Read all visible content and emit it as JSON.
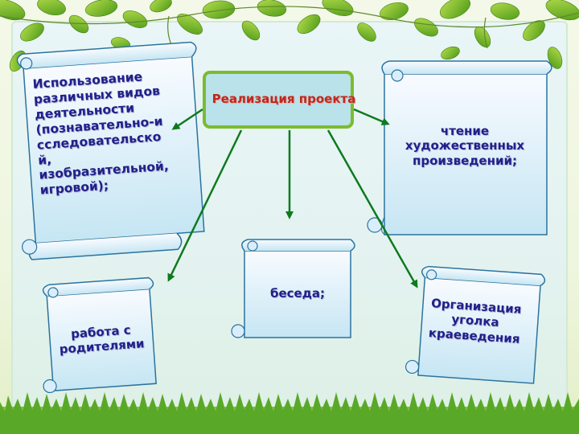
{
  "center": {
    "label": "Реализация проекта"
  },
  "boxes": {
    "activities": "Использование\nразличных видов\nдеятельности\n(познавательно-и\nсследовательско\nй,\nизобразительной,\nигровой);",
    "reading": "чтение\nхудожественных\nпроизведений;",
    "conversation": "беседа;",
    "parents": "работа с\nродителями",
    "corner": "Организация\nуголка\nкраеведения"
  },
  "colors": {
    "arrow": "#0e7a1e",
    "center_text": "#c0281e",
    "box_text": "#20208a",
    "center_border": "#7cbb2f",
    "center_fill": "#b9e2ea"
  }
}
